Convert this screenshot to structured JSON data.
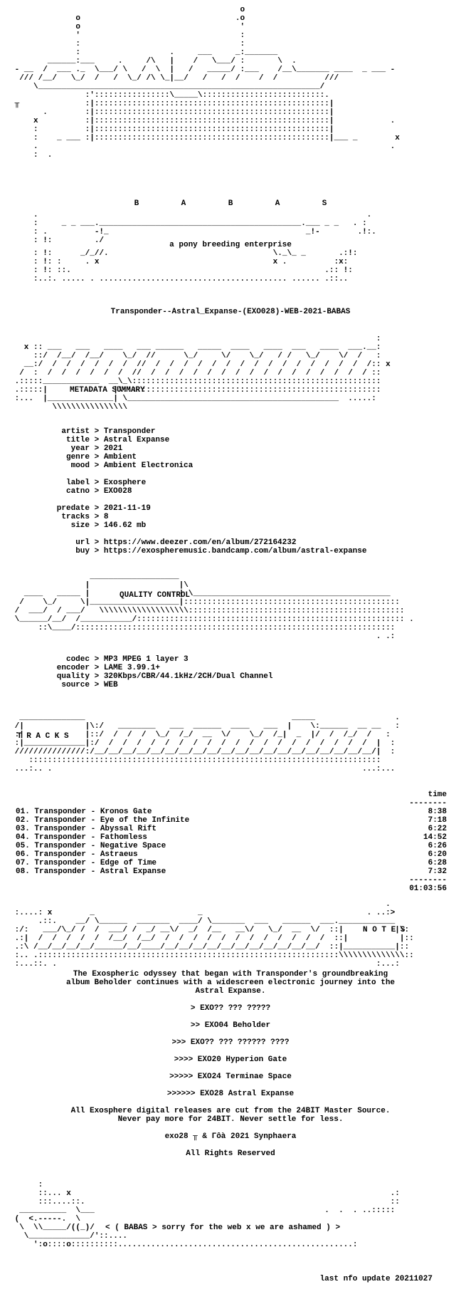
{
  "header_art": {
    "logo_letters": "B         A         B         A         S",
    "tagline": "a pony breeding enterprise"
  },
  "release_name": "Transponder--Astral_Expanse-(EXO028)-WEB-2021-BABAS",
  "metadata": {
    "section_title": "METADATA SUMMARY",
    "fields": [
      {
        "key": "artist",
        "value": "Transponder"
      },
      {
        "key": "title",
        "value": "Astral Expanse"
      },
      {
        "key": "year",
        "value": "2021"
      },
      {
        "key": "genre",
        "value": "Ambient"
      },
      {
        "key": "mood",
        "value": "Ambient Electronica"
      },
      {
        "key": "label",
        "value": "Exosphere"
      },
      {
        "key": "catno",
        "value": "EXO028"
      },
      {
        "key": "predate",
        "value": "2021-11-19"
      },
      {
        "key": "tracks",
        "value": "8"
      },
      {
        "key": "size",
        "value": "146.62 mb"
      },
      {
        "key": "url",
        "value": "https://www.deezer.com/en/album/272164232"
      },
      {
        "key": "buy",
        "value": "https://exospheremusic.bandcamp.com/album/astral-expanse"
      }
    ]
  },
  "quality": {
    "section_title": "QUALITY CONTROL",
    "fields": [
      {
        "key": "codec",
        "value": "MP3 MPEG 1 layer 3"
      },
      {
        "key": "encoder",
        "value": "LAME 3.99.1+"
      },
      {
        "key": "quality",
        "value": "320Kbps/CBR/44.1kHz/2CH/Dual Channel"
      },
      {
        "key": "source",
        "value": "WEB"
      }
    ]
  },
  "tracks": {
    "section_title": "T R A C K S",
    "time_header": "time",
    "rule": "--------",
    "list": [
      {
        "title": "01. Transponder - Kronos Gate",
        "time": "8:38"
      },
      {
        "title": "02. Transponder - Eye of the Infinite",
        "time": "7:18"
      },
      {
        "title": "03. Transponder - Abyssal Rift",
        "time": "6:22"
      },
      {
        "title": "04. Transponder - Fathomless",
        "time": "14:52"
      },
      {
        "title": "05. Transponder - Negative Space",
        "time": "6:26"
      },
      {
        "title": "06. Transponder - Astraeus",
        "time": "6:20"
      },
      {
        "title": "07. Transponder - Edge of Time",
        "time": "6:28"
      },
      {
        "title": "08. Transponder - Astral Expanse",
        "time": "7:32"
      }
    ],
    "total": "01:03:56"
  },
  "notes": {
    "section_title": "N O T E S",
    "intro_line1": "The Exospheric odyssey that began with Transponder's groundbreaking",
    "intro_line2": "album Beholder continues with a widescreen electronic journey into the",
    "intro_line3": "Astral Expanse.",
    "series": [
      "> EXO?? ??? ?????",
      ">> EXO04 Beholder",
      ">>> EXO?? ??? ?????? ????",
      ">>>> EXO20 Hyperion Gate",
      ">>>>> EXO24 Terminae Space",
      ">>>>>> EXO28 Astral Expanse"
    ],
    "master_line1": "All Exosphere digital releases are cut from the 24BIT Master Source.",
    "master_line2": "Never pay more for 24BIT. Never settle for less.",
    "copyright": "exo28 ╥ & Γôà 2021 Synphaera",
    "rights": "All Rights Reserved"
  },
  "footer": {
    "message": "< ( BABAS > sorry for the web x we are ashamed ) >",
    "update": "last nfo update 20211027"
  }
}
